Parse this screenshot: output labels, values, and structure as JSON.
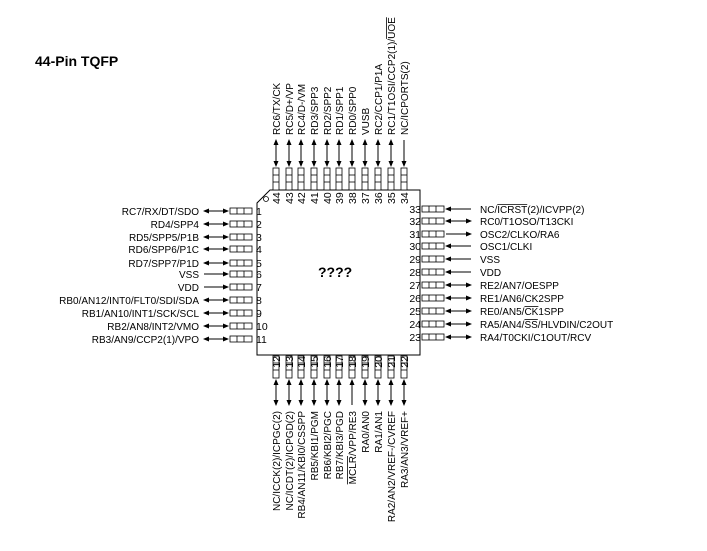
{
  "title": "44-Pin TQFP",
  "chip_label": "????",
  "pins": {
    "left": [
      {
        "num": "1",
        "label": "RC7/RX/DT/SDO",
        "dir": "bi"
      },
      {
        "num": "2",
        "label": "RD4/SPP4",
        "dir": "bi"
      },
      {
        "num": "3",
        "label": "RD5/SPP5/P1B",
        "dir": "bi"
      },
      {
        "num": "4",
        "label": "RD6/SPP6/P1C",
        "dir": "bi"
      },
      {
        "num": "5",
        "label": "RD7/SPP7/P1D",
        "dir": "bi"
      },
      {
        "num": "6",
        "label": "VSS",
        "dir": "in",
        "sub": "SS"
      },
      {
        "num": "7",
        "label": "VDD",
        "dir": "in",
        "sub": "DD"
      },
      {
        "num": "8",
        "label": "RB0/AN12/INT0/FLT0/SDI/SDA",
        "dir": "bi"
      },
      {
        "num": "9",
        "label": "RB1/AN10/INT1/SCK/SCL",
        "dir": "bi"
      },
      {
        "num": "10",
        "label": "RB2/AN8/INT2/VMO",
        "dir": "bi"
      },
      {
        "num": "11",
        "label": "RB3/AN9/CCP2(1)/VPO",
        "dir": "bi"
      }
    ],
    "bottom": [
      {
        "num": "12",
        "label": "NC/ICCK(2)/ICPGC(2)",
        "dir": "bi"
      },
      {
        "num": "13",
        "label": "NC/ICDT(2)/ICPGD(2)",
        "dir": "bi"
      },
      {
        "num": "14",
        "label": "RB4/AN11/KBI0/CSSPP",
        "dir": "bi"
      },
      {
        "num": "15",
        "label": "RB5/KBI1/PGM",
        "dir": "bi"
      },
      {
        "num": "16",
        "label": "RB6/KBI2/PGC",
        "dir": "bi"
      },
      {
        "num": "17",
        "label": "RB7/KBI3/PGD",
        "dir": "bi"
      },
      {
        "num": "18",
        "label": "MCLR/VPP/RE3",
        "dir": "in",
        "overline": "MCLR"
      },
      {
        "num": "19",
        "label": "RA0/AN0",
        "dir": "bi"
      },
      {
        "num": "20",
        "label": "RA1/AN1",
        "dir": "bi"
      },
      {
        "num": "21",
        "label": "RA2/AN2/VREF-/CVREF",
        "dir": "bi"
      },
      {
        "num": "22",
        "label": "RA3/AN3/VREF+",
        "dir": "bi"
      }
    ],
    "right": [
      {
        "num": "23",
        "label": "RA4/T0CKI/C1OUT/RCV",
        "dir": "bi"
      },
      {
        "num": "24",
        "label": "RA5/AN4/SS/HLVDIN/C2OUT",
        "dir": "bi",
        "overline": "SS"
      },
      {
        "num": "25",
        "label": "RE0/AN5/CK1SPP",
        "dir": "bi",
        "overline": "CK"
      },
      {
        "num": "26",
        "label": "RE1/AN6/CK2SPP",
        "dir": "bi"
      },
      {
        "num": "27",
        "label": "RE2/AN7/OESPP",
        "dir": "bi"
      },
      {
        "num": "28",
        "label": "VDD",
        "dir": "in"
      },
      {
        "num": "29",
        "label": "VSS",
        "dir": "in"
      },
      {
        "num": "30",
        "label": "OSC1/CLKI",
        "dir": "in"
      },
      {
        "num": "31",
        "label": "OSC2/CLKO/RA6",
        "dir": "out"
      },
      {
        "num": "32",
        "label": "RC0/T1OSO/T13CKI",
        "dir": "bi"
      },
      {
        "num": "33",
        "label": "NC/ICRST(2)/ICVPP(2)",
        "dir": "in",
        "overline": "ICRST"
      }
    ],
    "top": [
      {
        "num": "34",
        "label": "NC/ICPORTS(2)",
        "dir": "in"
      },
      {
        "num": "35",
        "label": "RC1/T1OSI/CCP2(1)/UOE",
        "dir": "bi",
        "overline": "UOE"
      },
      {
        "num": "36",
        "label": "RC2/CCP1/P1A",
        "dir": "bi"
      },
      {
        "num": "37",
        "label": "VUSB",
        "dir": "bi"
      },
      {
        "num": "38",
        "label": "RD0/SPP0",
        "dir": "bi"
      },
      {
        "num": "39",
        "label": "RD1/SPP1",
        "dir": "bi"
      },
      {
        "num": "40",
        "label": "RD2/SPP2",
        "dir": "bi"
      },
      {
        "num": "41",
        "label": "RD3/SPP3",
        "dir": "bi"
      },
      {
        "num": "42",
        "label": "RC4/D-/VM",
        "dir": "bi"
      },
      {
        "num": "43",
        "label": "RC5/D+/VP",
        "dir": "bi"
      },
      {
        "num": "44",
        "label": "RC6/TX/CK",
        "dir": "bi"
      }
    ]
  }
}
